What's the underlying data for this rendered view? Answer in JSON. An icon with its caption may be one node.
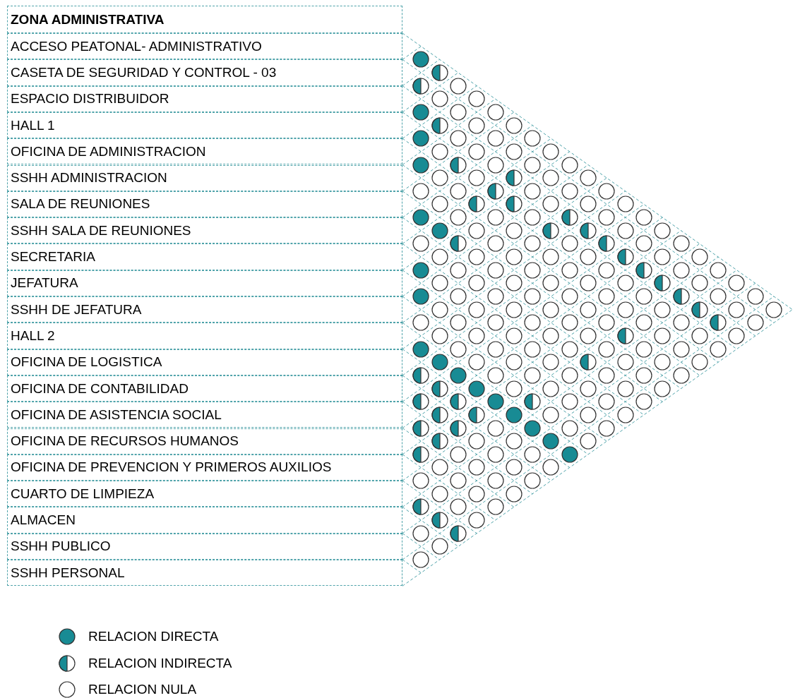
{
  "diagram": {
    "nodes": [
      {
        "text": [
          "ZONA ADMINISTRATIVA"
        ]
      },
      {
        "text": [
          "ACCESO PEATONAL- ADMINISTRATIVO"
        ]
      },
      {
        "text": [
          "CASETA DE SEGURIDAD Y CONTROL - 03"
        ]
      },
      {
        "text": [
          "ESPACIO DISTRIBUIDOR"
        ]
      },
      {
        "text": [
          "HALL 1"
        ]
      },
      {
        "text": [
          "OFICINA DE ADMINISTRACION"
        ]
      },
      {
        "text": [
          "SSHH ADMINISTRACION"
        ]
      },
      {
        "text": [
          "SALA DE REUNIONES"
        ]
      },
      {
        "text": [
          "SSHH SALA DE REUNIONES"
        ]
      },
      {
        "text": [
          "SECRETARIA"
        ]
      },
      {
        "text": [
          "JEFATURA"
        ]
      },
      {
        "text": [
          "SSHH DE JEFATURA"
        ]
      },
      {
        "text": [
          "HALL 2"
        ]
      },
      {
        "text": [
          "OFICINA DE LOGISTICA"
        ]
      },
      {
        "text": [
          "OFICINA DE CONTABILIDAD"
        ]
      },
      {
        "text": [
          "OFICINA DE ASISTENCIA SOCIAL"
        ]
      },
      {
        "text": [
          "OFICINA DE RECURSOS HUMANOS"
        ]
      },
      {
        "text": [
          "OFICINA DE PREVENCION Y PRIMEROS AUXILIOS"
        ]
      },
      {
        "text": [
          "CUARTO DE LIMPIEZA"
        ]
      },
      {
        "text": [
          "ALMACEN"
        ]
      },
      {
        "text": [
          "SSHH PUBLICO"
        ]
      },
      {
        "text": [
          "SSHH PERSONAL"
        ]
      },
      {
        "text": [],
        "shape": "disc"
      },
      {
        "text": [],
        "shape": "half-disc"
      },
      {
        "text": [],
        "shape": "half-disc"
      },
      {
        "text": [],
        "shape": "circle"
      },
      {
        "text": [],
        "shape": "circle"
      },
      {
        "text": [],
        "shape": "circle"
      },
      {
        "text": [],
        "shape": "disc"
      },
      {
        "text": [],
        "shape": "circle"
      },
      {
        "text": [],
        "shape": "circle"
      },
      {
        "text": [],
        "shape": "half-disc"
      },
      {
        "text": [],
        "shape": "circle"
      },
      {
        "text": [],
        "shape": "circle"
      },
      {
        "text": [],
        "shape": "disc"
      },
      {
        "text": [],
        "shape": "circle"
      },
      {
        "text": [],
        "shape": "circle"
      },
      {
        "text": [],
        "shape": "circle"
      },
      {
        "text": [],
        "shape": "circle"
      },
      {
        "text": [],
        "shape": "circle"
      },
      {
        "text": [],
        "shape": "circle"
      },
      {
        "text": [],
        "shape": "circle"
      },
      {
        "text": [],
        "shape": "disc"
      },
      {
        "text": [],
        "shape": "half-disc"
      },
      {
        "text": [],
        "shape": "circle"
      },
      {
        "text": [],
        "shape": "circle"
      },
      {
        "text": [],
        "shape": "circle"
      },
      {
        "text": [],
        "shape": "circle"
      },
      {
        "text": [],
        "shape": "circle"
      },
      {
        "text": [],
        "shape": "half-disc"
      },
      {
        "text": [],
        "shape": "circle"
      },
      {
        "text": [],
        "shape": "circle"
      },
      {
        "text": [],
        "shape": "circle"
      },
      {
        "text": [],
        "shape": "circle"
      },
      {
        "text": [],
        "shape": "half-disc"
      },
      {
        "text": [],
        "shape": "circle"
      },
      {
        "text": [],
        "shape": "circle"
      },
      {
        "text": [],
        "shape": "circle"
      },
      {
        "text": [],
        "shape": "circle"
      },
      {
        "text": [],
        "shape": "half-disc"
      },
      {
        "text": [],
        "shape": "half-disc"
      },
      {
        "text": [],
        "shape": "circle"
      },
      {
        "text": [],
        "shape": "circle"
      },
      {
        "text": [],
        "shape": "circle"
      },
      {
        "text": [],
        "shape": "disc"
      },
      {
        "text": [],
        "shape": "circle"
      },
      {
        "text": [],
        "shape": "circle"
      },
      {
        "text": [],
        "shape": "circle"
      },
      {
        "text": [],
        "shape": "half-disc"
      },
      {
        "text": [],
        "shape": "circle"
      },
      {
        "text": [],
        "shape": "circle"
      },
      {
        "text": [],
        "shape": "disc"
      },
      {
        "text": [],
        "shape": "circle"
      },
      {
        "text": [],
        "shape": "circle"
      },
      {
        "text": [],
        "shape": "half-disc"
      },
      {
        "text": [],
        "shape": "half-disc"
      },
      {
        "text": [],
        "shape": "circle"
      },
      {
        "text": [],
        "shape": "circle"
      },
      {
        "text": [],
        "shape": "circle"
      },
      {
        "text": [],
        "shape": "half-disc"
      },
      {
        "text": [],
        "shape": "circle"
      },
      {
        "text": [],
        "shape": "circle"
      },
      {
        "text": [],
        "shape": "circle"
      },
      {
        "text": [],
        "shape": "half-disc"
      },
      {
        "text": [],
        "shape": "circle"
      },
      {
        "text": [],
        "shape": "circle"
      },
      {
        "text": [],
        "shape": "circle"
      },
      {
        "text": [],
        "shape": "circle"
      },
      {
        "text": [],
        "shape": "circle"
      },
      {
        "text": [],
        "shape": "circle"
      },
      {
        "text": [],
        "shape": "circle"
      },
      {
        "text": [],
        "shape": "half-disc"
      },
      {
        "text": [],
        "shape": "circle"
      },
      {
        "text": [],
        "shape": "circle"
      },
      {
        "text": [],
        "shape": "disc"
      },
      {
        "text": [],
        "shape": "circle"
      },
      {
        "text": [],
        "shape": "circle"
      },
      {
        "text": [],
        "shape": "circle"
      },
      {
        "text": [],
        "shape": "circle"
      },
      {
        "text": [],
        "shape": "circle"
      },
      {
        "text": [],
        "shape": "half-disc"
      },
      {
        "text": [],
        "shape": "circle"
      },
      {
        "text": [],
        "shape": "circle"
      },
      {
        "text": [],
        "shape": "circle"
      },
      {
        "text": [],
        "shape": "circle"
      },
      {
        "text": [],
        "shape": "circle"
      },
      {
        "text": [],
        "shape": "circle"
      },
      {
        "text": [],
        "shape": "circle"
      },
      {
        "text": [],
        "shape": "circle"
      },
      {
        "text": [],
        "shape": "half-disc"
      },
      {
        "text": [],
        "shape": "circle"
      },
      {
        "text": [],
        "shape": "circle"
      },
      {
        "text": [],
        "shape": "disc"
      },
      {
        "text": [],
        "shape": "circle"
      },
      {
        "text": [],
        "shape": "circle"
      },
      {
        "text": [],
        "shape": "circle"
      },
      {
        "text": [],
        "shape": "circle"
      },
      {
        "text": [],
        "shape": "circle"
      },
      {
        "text": [],
        "shape": "circle"
      },
      {
        "text": [],
        "shape": "half-disc"
      },
      {
        "text": [],
        "shape": "circle"
      },
      {
        "text": [],
        "shape": "circle"
      },
      {
        "text": [],
        "shape": "circle"
      },
      {
        "text": [],
        "shape": "circle"
      },
      {
        "text": [],
        "shape": "circle"
      },
      {
        "text": [],
        "shape": "circle"
      },
      {
        "text": [],
        "shape": "circle"
      },
      {
        "text": [],
        "shape": "circle"
      },
      {
        "text": [],
        "shape": "circle"
      },
      {
        "text": [],
        "shape": "half-disc"
      },
      {
        "text": [],
        "shape": "circle"
      },
      {
        "text": [],
        "shape": "circle"
      },
      {
        "text": [],
        "shape": "circle"
      },
      {
        "text": [],
        "shape": "circle"
      },
      {
        "text": [],
        "shape": "circle"
      },
      {
        "text": [],
        "shape": "circle"
      },
      {
        "text": [],
        "shape": "circle"
      },
      {
        "text": [],
        "shape": "circle"
      },
      {
        "text": [],
        "shape": "circle"
      },
      {
        "text": [],
        "shape": "circle"
      },
      {
        "text": [],
        "shape": "half-disc"
      },
      {
        "text": [],
        "shape": "circle"
      },
      {
        "text": [],
        "shape": "circle"
      },
      {
        "text": [],
        "shape": "circle"
      },
      {
        "text": [],
        "shape": "circle"
      },
      {
        "text": [],
        "shape": "circle"
      },
      {
        "text": [],
        "shape": "circle"
      },
      {
        "text": [],
        "shape": "half-disc"
      },
      {
        "text": [],
        "shape": "circle"
      },
      {
        "text": [],
        "shape": "circle"
      },
      {
        "text": [],
        "shape": "circle"
      },
      {
        "text": [],
        "shape": "disc"
      },
      {
        "text": [],
        "shape": "circle"
      },
      {
        "text": [],
        "shape": "circle"
      },
      {
        "text": [],
        "shape": "circle"
      },
      {
        "text": [],
        "shape": "circle"
      },
      {
        "text": [],
        "shape": "circle"
      },
      {
        "text": [],
        "shape": "circle"
      },
      {
        "text": [],
        "shape": "circle"
      },
      {
        "text": [],
        "shape": "circle"
      },
      {
        "text": [],
        "shape": "disc"
      },
      {
        "text": [],
        "shape": "circle"
      },
      {
        "text": [],
        "shape": "circle"
      },
      {
        "text": [],
        "shape": "circle"
      },
      {
        "text": [],
        "shape": "half-disc"
      },
      {
        "text": [],
        "shape": "circle"
      },
      {
        "text": [],
        "shape": "circle"
      },
      {
        "text": [],
        "shape": "circle"
      },
      {
        "text": [],
        "shape": "half-disc"
      },
      {
        "text": [],
        "shape": "disc"
      },
      {
        "text": [],
        "shape": "circle"
      },
      {
        "text": [],
        "shape": "circle"
      },
      {
        "text": [],
        "shape": "circle"
      },
      {
        "text": [],
        "shape": "circle"
      },
      {
        "text": [],
        "shape": "circle"
      },
      {
        "text": [],
        "shape": "circle"
      },
      {
        "text": [],
        "shape": "half-disc"
      },
      {
        "text": [],
        "shape": "disc"
      },
      {
        "text": [],
        "shape": "circle"
      },
      {
        "text": [],
        "shape": "circle"
      },
      {
        "text": [],
        "shape": "circle"
      },
      {
        "text": [],
        "shape": "circle"
      },
      {
        "text": [],
        "shape": "circle"
      },
      {
        "text": [],
        "shape": "half-disc"
      },
      {
        "text": [],
        "shape": "half-disc"
      },
      {
        "text": [],
        "shape": "disc"
      },
      {
        "text": [],
        "shape": "half-disc"
      },
      {
        "text": [],
        "shape": "circle"
      },
      {
        "text": [],
        "shape": "circle"
      },
      {
        "text": [],
        "shape": "circle"
      },
      {
        "text": [],
        "shape": "half-disc"
      },
      {
        "text": [],
        "shape": "half-disc"
      },
      {
        "text": [],
        "shape": "disc"
      },
      {
        "text": [],
        "shape": "circle"
      },
      {
        "text": [],
        "shape": "circle"
      },
      {
        "text": [],
        "shape": "circle"
      },
      {
        "text": [],
        "shape": "half-disc"
      },
      {
        "text": [],
        "shape": "half-disc"
      },
      {
        "text": [],
        "shape": "circle"
      },
      {
        "text": [],
        "shape": "disc"
      },
      {
        "text": [],
        "shape": "circle"
      },
      {
        "text": [],
        "shape": "circle"
      },
      {
        "text": [],
        "shape": "half-disc"
      },
      {
        "text": [],
        "shape": "circle"
      },
      {
        "text": [],
        "shape": "circle"
      },
      {
        "text": [],
        "shape": "disc"
      },
      {
        "text": [],
        "shape": "circle"
      },
      {
        "text": [],
        "shape": "half-disc"
      },
      {
        "text": [],
        "shape": "circle"
      },
      {
        "text": [],
        "shape": "circle"
      },
      {
        "text": [],
        "shape": "circle"
      },
      {
        "text": [],
        "shape": "disc"
      },
      {
        "text": [],
        "shape": "circle"
      },
      {
        "text": [],
        "shape": "circle"
      },
      {
        "text": [],
        "shape": "circle"
      },
      {
        "text": [],
        "shape": "circle"
      },
      {
        "text": [],
        "shape": "circle"
      },
      {
        "text": [],
        "shape": "circle"
      },
      {
        "text": [],
        "shape": "circle"
      },
      {
        "text": [],
        "shape": "circle"
      },
      {
        "text": [],
        "shape": "circle"
      },
      {
        "text": [],
        "shape": "circle"
      },
      {
        "text": [],
        "shape": "circle"
      },
      {
        "text": [],
        "shape": "half-disc"
      },
      {
        "text": [],
        "shape": "circle"
      },
      {
        "text": [],
        "shape": "circle"
      },
      {
        "text": [],
        "shape": "half-disc"
      },
      {
        "text": [],
        "shape": "circle"
      },
      {
        "text": [],
        "shape": "circle"
      },
      {
        "text": [],
        "shape": "half-disc"
      },
      {
        "text": [],
        "shape": "circle"
      },
      {
        "text": [],
        "shape": "circle"
      }
    ],
    "legend": [
      {
        "text": "RELACION DIRECTA",
        "color": "#188b94"
      },
      {
        "text": "RELACION INDIRECTA"
      },
      {
        "text": "RELACION NULA"
      }
    ]
  }
}
